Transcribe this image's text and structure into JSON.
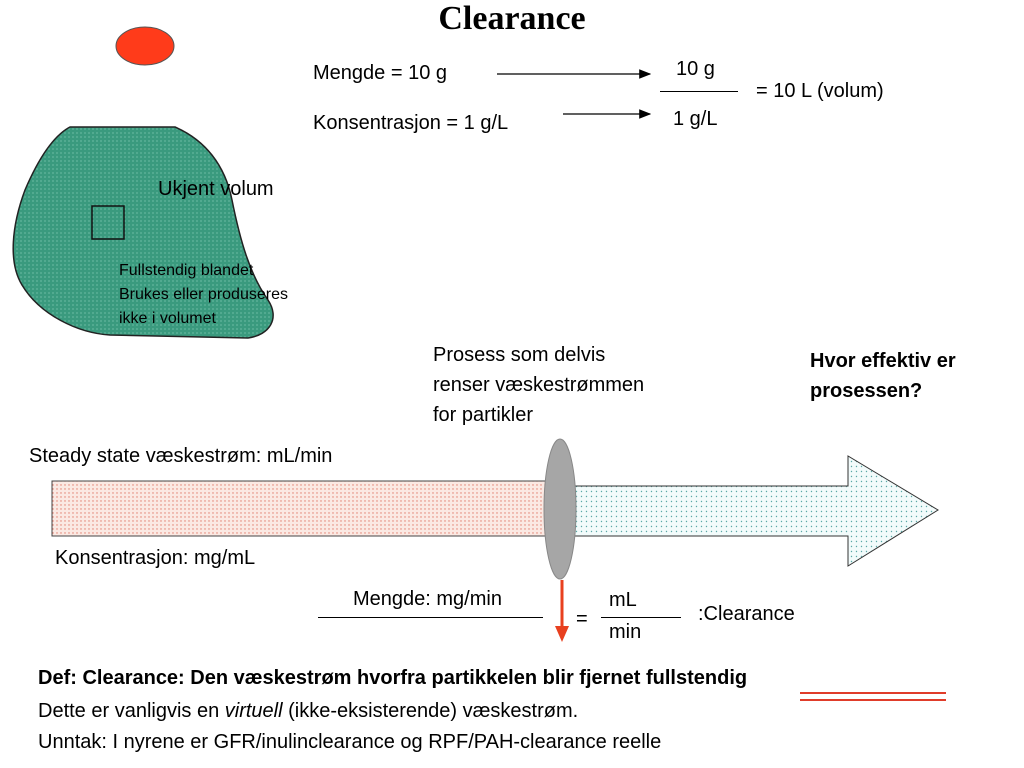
{
  "title": "Clearance",
  "volume_example": {
    "mengde_label": "Mengde = 10 g",
    "konsentrasjon_label": "Konsentrasjon = 1 g/L",
    "numerator": "10 g",
    "denominator": "1 g/L",
    "result": "= 10 L  (volum)"
  },
  "compartment": {
    "label": "Ukjent volum",
    "notes": [
      "Fullstendig blandet",
      "Brukes eller produseres",
      "ikke i volumet"
    ],
    "fill_color": "#3a9a7e"
  },
  "drop_color": "#ff3b1a",
  "process": {
    "description": [
      "Prosess som delvis",
      "renser væskestrømmen",
      "for partikler"
    ],
    "question": [
      "Hvor effektiv er",
      "prosessen?"
    ],
    "flow_label": "Steady state væskestrøm: mL/min",
    "concentration_label": "Konsentrasjon: mg/mL",
    "filter_color": "#a6a6a6",
    "removal_arrow_color": "#e8401f"
  },
  "clearance_formula": {
    "amount_label": "Mengde: mg/min",
    "equals": "=",
    "numerator": "mL",
    "denominator": "min",
    "result": ":Clearance"
  },
  "definition": {
    "heading": "Def: Clearance: Den væskestrøm hvorfra partikkelen blir fjernet fullstendig",
    "line2_before": "Dette er vanligvis en ",
    "line2_italic": "virtuell",
    "line2_after": " (ikke-eksisterende) væskestrøm.",
    "line3": "Unntak: I nyrene er GFR/inulinclearance og RPF/PAH-clearance reelle",
    "underline_color": "#e03c2a"
  }
}
